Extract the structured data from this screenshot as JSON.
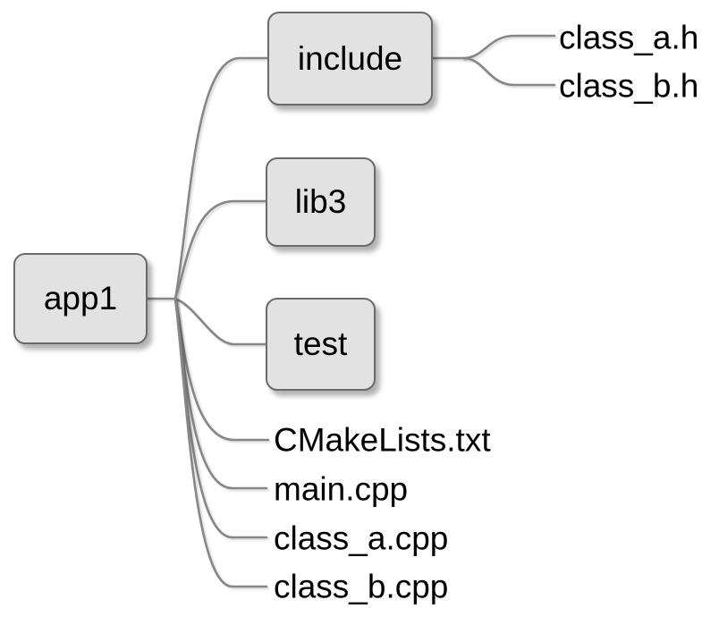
{
  "tree": {
    "root": {
      "label": "app1",
      "type": "folder"
    },
    "children": [
      {
        "label": "include",
        "type": "folder",
        "children": [
          {
            "label": "class_a.h",
            "type": "file"
          },
          {
            "label": "class_b.h",
            "type": "file"
          }
        ]
      },
      {
        "label": "lib3",
        "type": "folder"
      },
      {
        "label": "test",
        "type": "folder"
      },
      {
        "label": "CMakeLists.txt",
        "type": "file"
      },
      {
        "label": "main.cpp",
        "type": "file"
      },
      {
        "label": "class_a.cpp",
        "type": "file"
      },
      {
        "label": "class_b.cpp",
        "type": "file"
      }
    ]
  },
  "colors": {
    "node_fill": "#e2e2e2",
    "node_border": "#6a6a6a",
    "connector": "#878787",
    "text": "#000000",
    "background": "#ffffff"
  }
}
